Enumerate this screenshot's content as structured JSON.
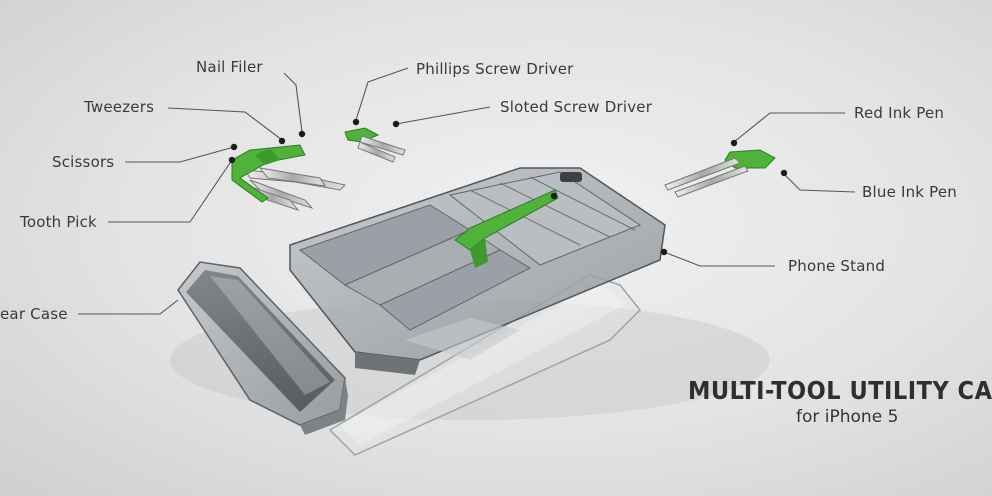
{
  "title": "MULTI-TOOL UTILITY CAS",
  "subtitle": "for iPhone 5",
  "labels": {
    "nail_filer": "Nail Filer",
    "phillips": "Phillips Screw Driver",
    "tweezers": "Tweezers",
    "sloted": "Sloted Screw Driver",
    "red_pen": "Red Ink Pen",
    "scissors": "Scissors",
    "blue_pen": "Blue Ink Pen",
    "tooth_pick": "Tooth Pick",
    "phone_stand": "Phone Stand",
    "rear_case": "ear Case"
  },
  "colors": {
    "accent_green": "#4fb33a",
    "label_text": "#3a3a3a",
    "leader_line": "#555555"
  }
}
